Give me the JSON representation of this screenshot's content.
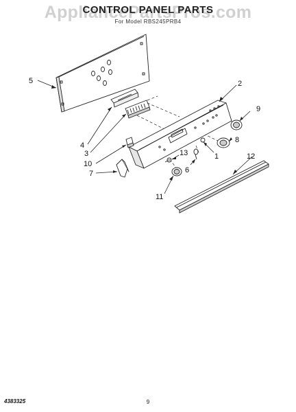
{
  "header": {
    "title": "CONTROL PANEL PARTS",
    "subtitle": "For Model RBS245PRB4",
    "watermark": "AppliancePartsPros.com"
  },
  "callouts": [
    {
      "id": "c1",
      "label": "1"
    },
    {
      "id": "c2",
      "label": "2"
    },
    {
      "id": "c3",
      "label": "3"
    },
    {
      "id": "c4",
      "label": "4"
    },
    {
      "id": "c5",
      "label": "5"
    },
    {
      "id": "c6",
      "label": "6"
    },
    {
      "id": "c7",
      "label": "7"
    },
    {
      "id": "c8",
      "label": "8"
    },
    {
      "id": "c9",
      "label": "9"
    },
    {
      "id": "c10",
      "label": "10"
    },
    {
      "id": "c11",
      "label": "11"
    },
    {
      "id": "c12",
      "label": "12"
    },
    {
      "id": "c13",
      "label": "13"
    }
  ],
  "footer": {
    "part_number": "4383325",
    "page_number": "9"
  },
  "colors": {
    "line": "#222222",
    "background": "#ffffff",
    "watermark": "#969696"
  }
}
